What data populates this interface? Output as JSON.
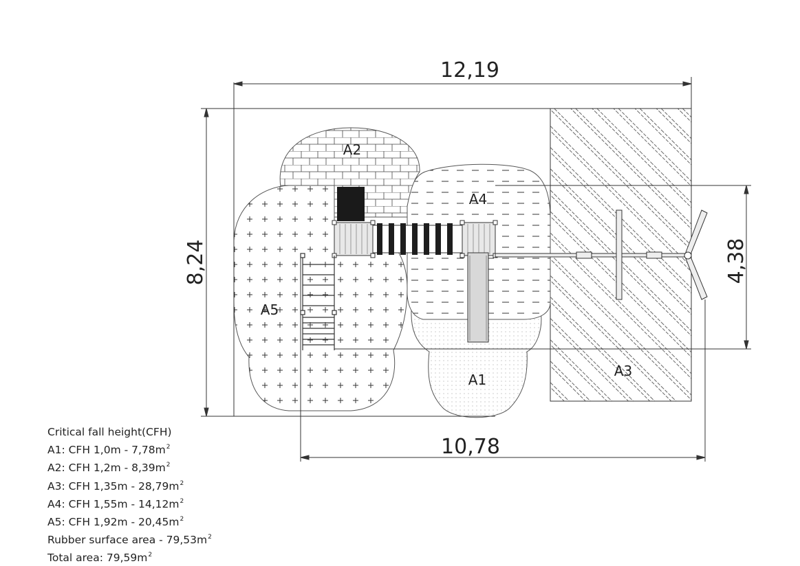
{
  "dimensions": {
    "total_width": "12,19",
    "total_height": "8,24",
    "equipment_width": "10,78",
    "equipment_height": "4,38"
  },
  "areas": {
    "a1": "A1",
    "a2": "A2",
    "a3": "A3",
    "a4": "A4",
    "a5": "A5"
  },
  "legend": {
    "title": "Critical fall height(CFH)",
    "rows": [
      {
        "text": "A1: CFH 1,0m - 7,78m",
        "sup": "2"
      },
      {
        "text": "A2: CFH 1,2m - 8,39m",
        "sup": "2"
      },
      {
        "text": "A3: CFH 1,35m - 28,79m",
        "sup": "2"
      },
      {
        "text": "A4: CFH 1,55m - 14,12m",
        "sup": "2"
      },
      {
        "text": "A5: CFH 1,92m - 20,45m",
        "sup": "2"
      },
      {
        "text": "Rubber surface area - 79,53m",
        "sup": "2"
      },
      {
        "text": "Total area: 79,59m",
        "sup": "2"
      }
    ]
  },
  "colors": {
    "line": "#333333",
    "tower_roof": "#1a1a1a",
    "slide": "#d8d8d8"
  }
}
